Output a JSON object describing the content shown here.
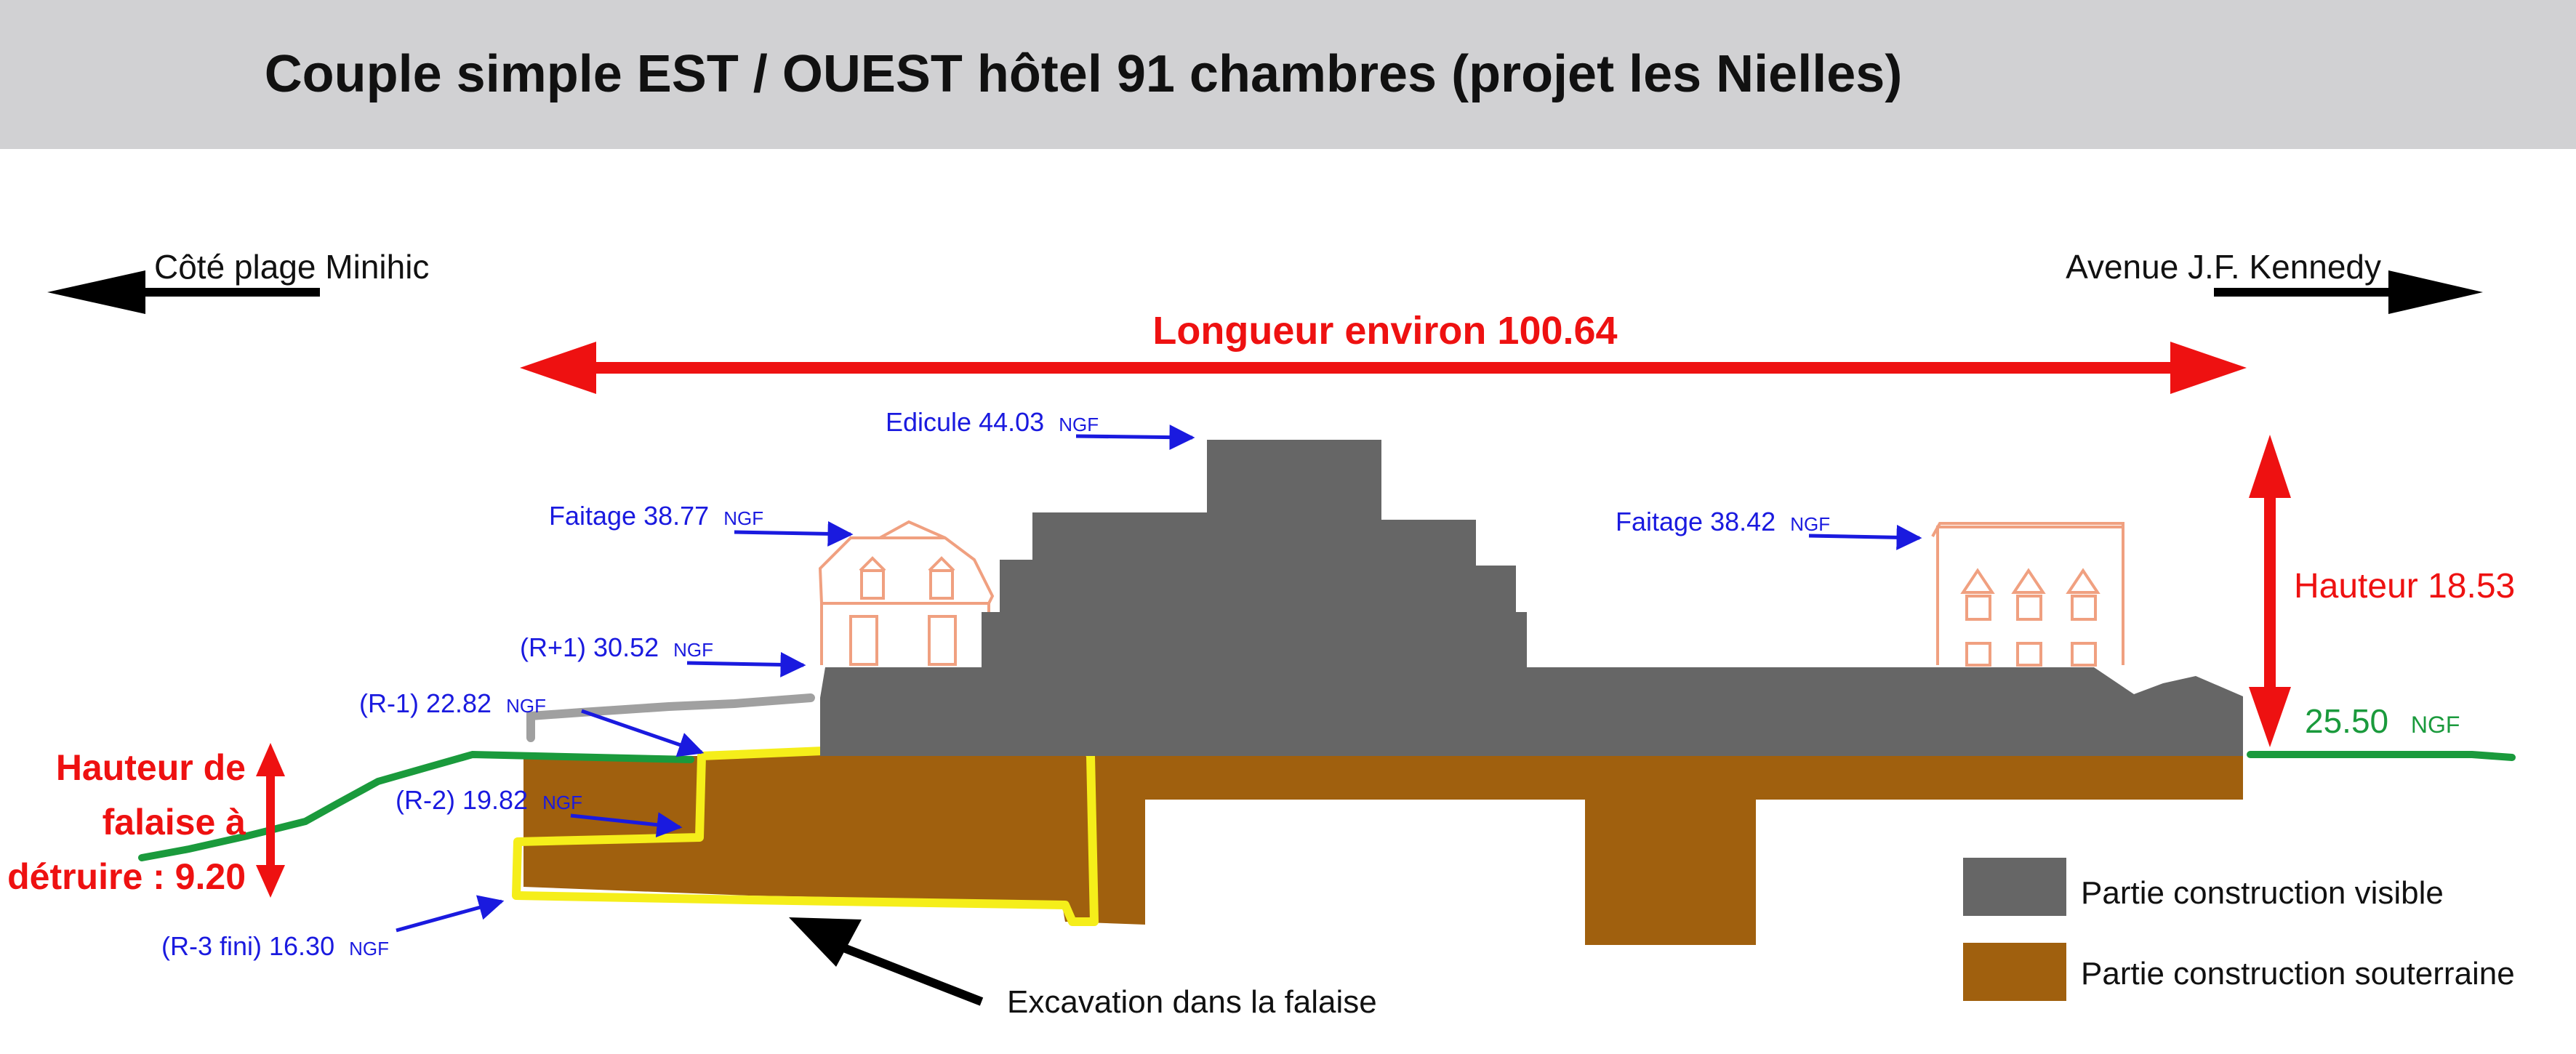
{
  "title": "Couple simple EST / OUEST hôtel 91 chambres (projet les Nielles)",
  "colors": {
    "title_bar": "#d1d1d3",
    "visible": "#666666",
    "underground": "#a0600e",
    "excavation_outline": "#f5ee1a",
    "ground_line": "#1a9a3c",
    "red_annotation": "#ee1111",
    "blue_annotation": "#1a1adf",
    "house_outline": "#f0a080"
  },
  "directions": {
    "left": "Côté plage Minihic",
    "right": "Avenue J.F. Kennedy"
  },
  "length_label": "Longueur environ 100.64",
  "height_label": "Hauteur 18.53",
  "cliff_label": {
    "line1": "Hauteur de",
    "line2": "falaise à",
    "line3": "détruire : 9.20"
  },
  "ground_right": {
    "value": "25.50",
    "unit": "NGF"
  },
  "levels": [
    {
      "name": "edicule",
      "label": "Edicule 44.03",
      "unit": "NGF"
    },
    {
      "name": "faitage-left",
      "label": "Faitage 38.77",
      "unit": "NGF"
    },
    {
      "name": "faitage-right",
      "label": "Faitage 38.42",
      "unit": "NGF"
    },
    {
      "name": "r-plus-1",
      "label": "(R+1) 30.52",
      "unit": "NGF"
    },
    {
      "name": "r-minus-1",
      "label": "(R-1) 22.82",
      "unit": "NGF"
    },
    {
      "name": "r-minus-2",
      "label": "(R-2) 19.82",
      "unit": "NGF"
    },
    {
      "name": "r-minus-3",
      "label": "(R-3 fini) 16.30",
      "unit": "NGF"
    }
  ],
  "excavation_label": "Excavation dans la falaise",
  "legend": {
    "visible": "Partie construction visible",
    "underground": "Partie construction souterraine"
  }
}
